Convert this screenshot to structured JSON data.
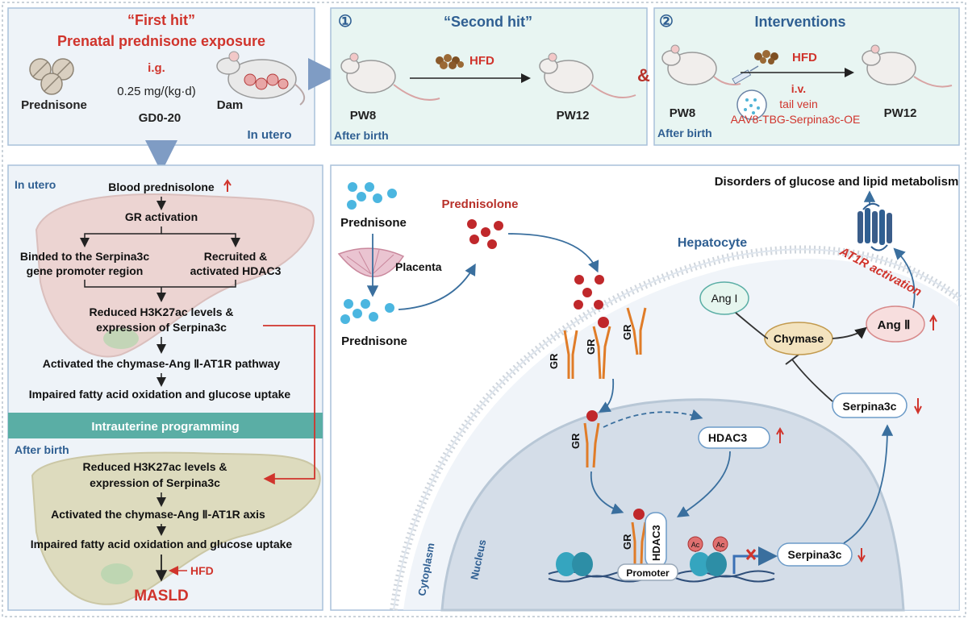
{
  "first_hit": {
    "title": "“First hit”",
    "subtitle": "Prenatal prednisone exposure",
    "route": "i.g.",
    "dose": "0.25 mg/(kg·d)",
    "period": "GD0-20",
    "drug": "Prednisone",
    "dam": "Dam",
    "in_utero": "In utero"
  },
  "second_hit": {
    "num": "①",
    "title": "“Second hit”",
    "hfd": "HFD",
    "start": "PW8",
    "end": "PW12",
    "after_birth": "After birth"
  },
  "amp": "&",
  "interventions": {
    "num": "②",
    "title": "Interventions",
    "hfd": "HFD",
    "route": "i.v.",
    "site": "tail vein",
    "vector": "AAV8-TBG-Serpina3c-OE",
    "start": "PW8",
    "end": "PW12",
    "after_birth": "After birth"
  },
  "left_panel": {
    "in_utero": "In utero",
    "step1": "Blood prednisolone",
    "step2": "GR activation",
    "step3a_l1": "Binded to the Serpina3c",
    "step3a_l2": "gene promoter region",
    "step3b_l1": "Recruited &",
    "step3b_l2": "activated  HDAC3",
    "step4_l1": "Reduced H3K27ac levels &",
    "step4_l2": "expression of  Serpina3c",
    "step5": "Activated the chymase-Ang Ⅱ-AT1R pathway",
    "step6": "Impaired fatty acid oxidation and glucose uptake",
    "banner": "Intrauterine programming",
    "after_birth": "After birth",
    "step7_l1": "Reduced H3K27ac levels &",
    "step7_l2": "expression of  Serpina3c",
    "step8": "Activated the chymase-Ang Ⅱ-AT1R axis",
    "step9": "Impaired fatty acid oxidation and glucose uptake",
    "hfd": "HFD",
    "outcome": "MASLD"
  },
  "right_panel": {
    "metabolism": "Disorders of glucose and lipid metabolism",
    "prednisone_top": "Prednisone",
    "placenta": "Placenta",
    "prednisone_bottom": "Prednisone",
    "prednisolone": "Prednisolone",
    "hepatocyte": "Hepatocyte",
    "at1r": "AT1R activation",
    "ang1": "Ang I",
    "chymase": "Chymase",
    "ang2": "Ang Ⅱ",
    "serpina3c": "Serpina3c",
    "gr": "GR",
    "hdac3": "HDAC3",
    "promoter": "Promoter",
    "ac": "Ac",
    "serpina3c_gene": "Serpina3c",
    "cytoplasm": "Cytoplasm",
    "nucleus": "Nucleus"
  },
  "colors": {
    "red": "#d0342c",
    "blue": "#2f5f92",
    "panel_bg": "#eef3f8",
    "panel_border": "#a9c1da",
    "banner": "#5aaea5"
  }
}
